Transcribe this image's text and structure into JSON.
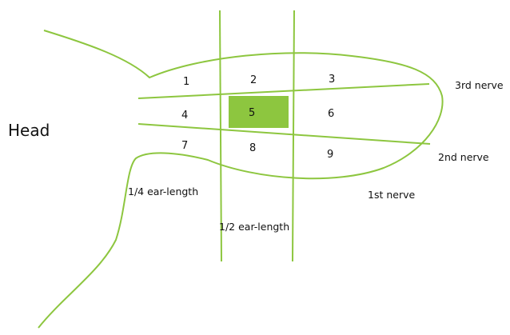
{
  "title": "Head",
  "colors": {
    "outline": "#8dc63f",
    "highlight": "#8dc63f",
    "text": "#111111",
    "background": "#ffffff"
  },
  "lines": {
    "nerve_3": "3rd nerve",
    "nerve_2": "2nd nerve",
    "nerve_1": "1st nerve",
    "quarter_ear": "1/4 ear-length",
    "half_ear": "1/2 ear-length"
  },
  "cells": [
    "1",
    "2",
    "3",
    "4",
    "5",
    "6",
    "7",
    "8",
    "9"
  ],
  "highlighted_cell": "5"
}
